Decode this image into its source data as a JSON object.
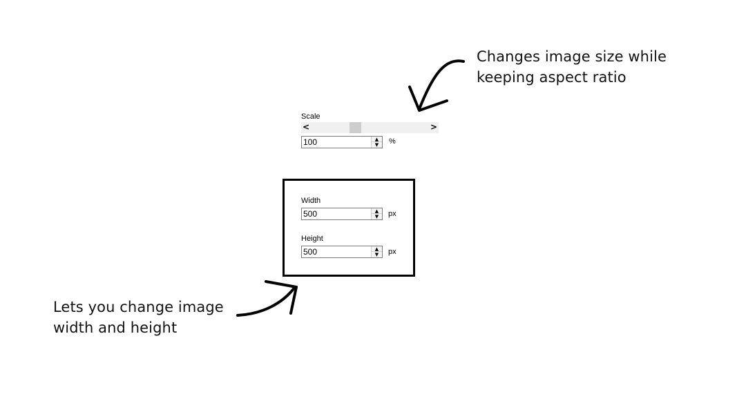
{
  "callouts": {
    "top": {
      "line1": "Changes image size while",
      "line2": "keeping aspect ratio"
    },
    "bottom": {
      "line1": "Lets you change image",
      "line2": "width and height"
    }
  },
  "scale": {
    "label": "Scale",
    "slider_left_arrow": "<",
    "slider_right_arrow": ">",
    "value": "100",
    "unit": "%"
  },
  "size": {
    "width_label": "Width",
    "width_value": "500",
    "width_unit": "px",
    "height_label": "Height",
    "height_value": "500",
    "height_unit": "px"
  },
  "spinner": {
    "up": "▲",
    "down": "▼"
  },
  "icons": {
    "arrow_top": "curved-arrow-down-left-icon",
    "arrow_bottom": "curved-arrow-up-right-icon"
  }
}
